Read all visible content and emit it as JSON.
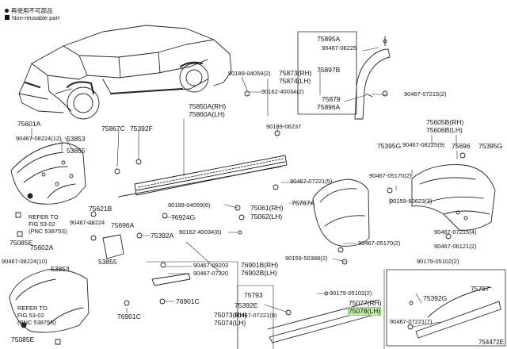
{
  "legend": {
    "reusable": "再使用不可部品",
    "nonreusable": "Non-reusable part"
  },
  "diagram_id": "754472E",
  "labels": {
    "p75601A": "75601A",
    "p90467_08224_12": "90467-08224(12)",
    "p53853_a": "53853",
    "p53855_a": "53855",
    "refer_a1": "REFER TO",
    "refer_a2": "FIG 53-02",
    "refer_a3": "(PNC 53875S)",
    "p75085E_a": "75085E",
    "p75867C": "75867C",
    "p75392F": "75392F",
    "p75850A": "75850A(RH)",
    "p75860A": "75860A(LH)",
    "p90189_04059_2a": "90189-04059(2)",
    "p90162_40034_2a": "90162-40034(2)",
    "p75873": "75873(RH)",
    "p75874": "75874(LH)",
    "p75895A": "75895A",
    "p90467_08225": "90467-08225",
    "p75897B": "75897B",
    "p75879": "75879",
    "p75896A": "75896A",
    "p90467_07215_2": "90467-07215(2)",
    "p90189_06237": "90189-06237",
    "p75605B": "75605B(RH)",
    "p75606B": "75606B(LH)",
    "p75395G_a": "75395G",
    "p90467_08225_9": "90467-08225(9)",
    "p75696": "75696",
    "p75395G_b": "75395G",
    "p90467_05170_2a": "90467-05170(2)",
    "p90467_07221_5": "90467-07221(5)",
    "p90159_60623": "90159-60623(2)",
    "p90467_07215_4": "90467-07215(4)",
    "p90467_06121": "90467-06121(2)",
    "p75767A": "75767A",
    "p90189_04059_6": "90189-04059(6)",
    "p75061": "75061(RH)",
    "p75062": "75062(LH)",
    "p76924G": "76924G",
    "p90162_40034_6": "90162-40034(6)",
    "p90467_05170_2b": "90467-05170(2)",
    "p75621B": "75621B",
    "p90467_08224": "90467-08224",
    "p75696A": "75696A",
    "p75392A": "75392A",
    "p75602A": "75602A",
    "p90467_08224_10": "90467-08224(10)",
    "p53853_b": "53853",
    "p53855_b": "53855",
    "refer_b1": "REFER TO",
    "refer_b2": "FIG 53-02",
    "refer_b3": "(PNC 53875S)",
    "p75085E_b": "75085E",
    "p90467_09203": "90467-09203",
    "p90467_07220": "90467-07220",
    "p76901B": "76901B(RH)",
    "p76902B": "76902B(LH)",
    "p76901C_a": "76901C",
    "p76901C_b": "76901C",
    "p90159_50388": "90159-50388(2)",
    "p75793": "75793",
    "p75392E": "75392E",
    "p75073": "75073(RH)",
    "p75074": "75074(LH)",
    "p90467_07221_9": "90467-07221(9)",
    "p90179_05102_a": "90179-05102(2)",
    "p75077": "75077(RH)",
    "p75078": "75078(LH)",
    "p90179_05102_b": "90179-05102(2)",
    "p75797": "75797",
    "p75392G": "75392G",
    "p90467_07221_7": "90467-07221(7)"
  }
}
